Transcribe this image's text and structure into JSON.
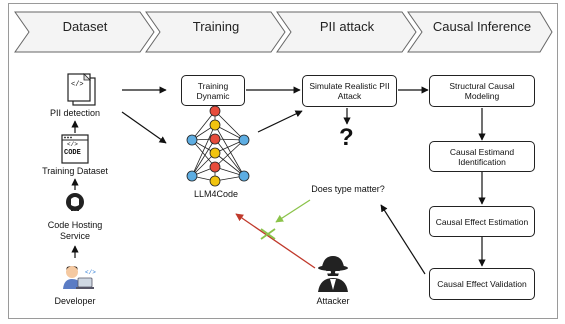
{
  "stages": [
    "Dataset",
    "Training",
    "PII attack",
    "Causal Inference"
  ],
  "dataset": {
    "pii_detection": "PII detection",
    "training_dataset": "Training Dataset",
    "code_hosting_service": "Code Hosting Service",
    "developer": "Developer",
    "code_icon_text": "CODE",
    "tag_icon_text": "</>"
  },
  "training": {
    "training_dynamic": "Training Dynamic",
    "llm4code": "LLM4Code"
  },
  "attack": {
    "simulate": "Simulate Realistic PII Attack",
    "question": "?",
    "does_type_matter": "Does type matter?",
    "attacker": "Attacker"
  },
  "causal": {
    "structural_causal_modeling": "Structural Causal Modeling",
    "causal_estimand_identification": "Causal Estimand Identification",
    "causal_effect_estimation": "Causal Effect Estimation",
    "causal_effect_validation": "Causal Effect Validation"
  },
  "colors": {
    "node_red": "#e74c3c",
    "node_yellow": "#f1c40f",
    "node_blue": "#5dade2",
    "arrow_green": "#8bc34a",
    "arrow_red": "#c0392b",
    "stage_fill": "#f4f4f4"
  }
}
